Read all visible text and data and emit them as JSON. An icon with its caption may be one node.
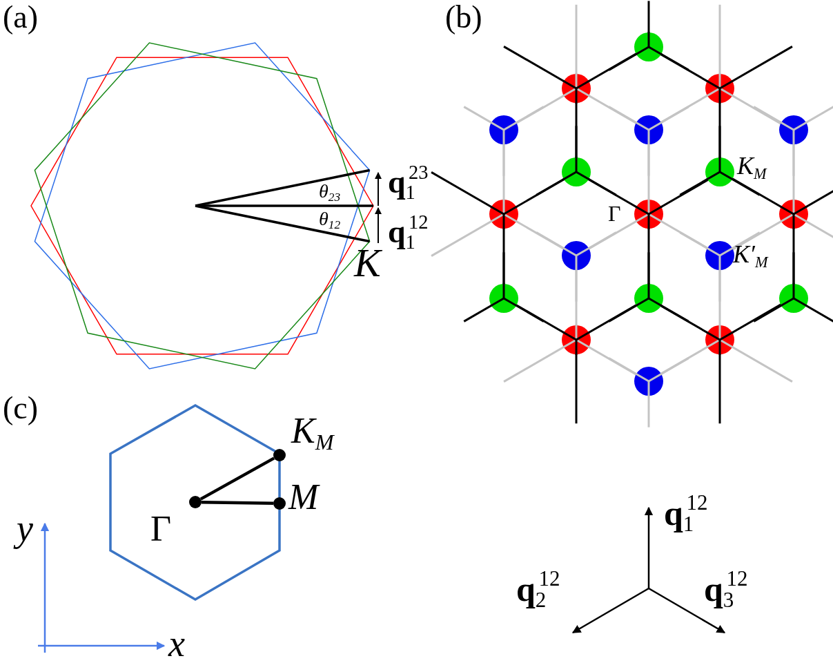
{
  "diagram": {
    "nodes": [
      {
        "text": [],
        "shape": "circle",
        "beside": [
          "Γ"
        ]
      },
      {
        "text": [],
        "shape": "circle",
        "beside": [
          "K$_{M}$"
        ]
      },
      {
        "text": [],
        "shape": "circle",
        "beside": [
          "M"
        ]
      }
    ],
    "edges": [
      {
        "from": 0,
        "to": 1,
        "arrow": "none"
      },
      {
        "from": 0,
        "to": 2,
        "arrow": "none"
      }
    ],
    "labels": [
      "(a)",
      "θ$_{23}$",
      "θ$_{12}$",
      "**q**$_{1}$$^{23}$",
      "**q**$_{1}$$^{12}$",
      "K",
      "(b)",
      "K$_{M}$",
      "Γ",
      "K′$_{M}$",
      "(c)",
      "y",
      "x",
      "**q**$_{1}$$^{12}$",
      "**q**$_{2}$$^{12}$",
      "**q**$_{3}$$^{12}$"
    ]
  }
}
